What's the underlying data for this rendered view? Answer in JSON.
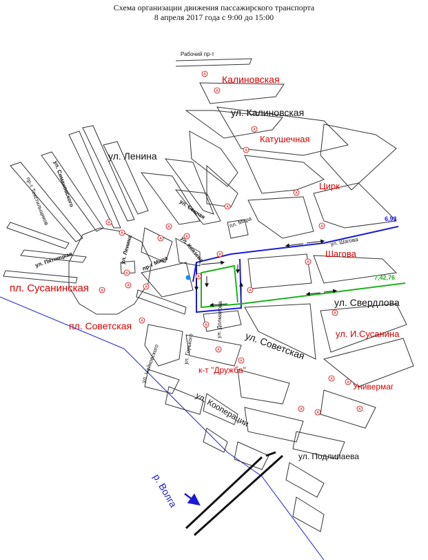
{
  "header": {
    "title_line1": "Схема организации движения пассажирского транспорта",
    "title_line2": "8 апреля 2017 года с 9:00 до 15:00"
  },
  "streets": {
    "rabochy": "Рабочий пр-т",
    "kalinovskaya": "ул. Калиновская",
    "lenina": "ул. Ленина",
    "simanovskogo": "ул. Симановского",
    "tekstilshchikov": "пр-т Текстильщиков",
    "pyatnitskaya": "ул. Пятницкая",
    "lenina_small": "ул. Ленина",
    "mira": "пр-т Мира",
    "sennaya": "ул. Сенная",
    "mira_small": "пл. Мира",
    "knyazeva": "ул. Князева",
    "shagova": "ул. Шагова",
    "sverdlova": "ул. Свердлова",
    "dolmatova": "ул. Долматова",
    "sovetskaya": "ул. Советская",
    "gorkogo": "ул. Горького",
    "chaykovskogo": "ул. Чайковского",
    "kooperatsii": "ул. Кооперации",
    "podlipaeva": "ул. Подлипаева",
    "volga": "р. Волга"
  },
  "stops": {
    "kalinovskaya": "Калиновская",
    "katushechnaya": "Катушечная",
    "tsirk": "Цирк",
    "shagova": "Шагова",
    "sverdlova": "ул. Свердлова",
    "susanina": "ул. И.Сусанина",
    "univermag": "Универмаг",
    "druzhba": "к-т \"Дружба\"",
    "pl_susaninskaya": "пл. Сусанинская",
    "pl_sovetskaya": "пл. Советская"
  },
  "routes": {
    "blue_label": "6,93",
    "green_label": "7,42,76"
  },
  "stop_marker_letter": "А",
  "colors": {
    "route_blue": "#1a1ad6",
    "route_green": "#19b319",
    "stop_red": "#d40000",
    "river": "#1a1ad6",
    "street_line": "#333333"
  }
}
